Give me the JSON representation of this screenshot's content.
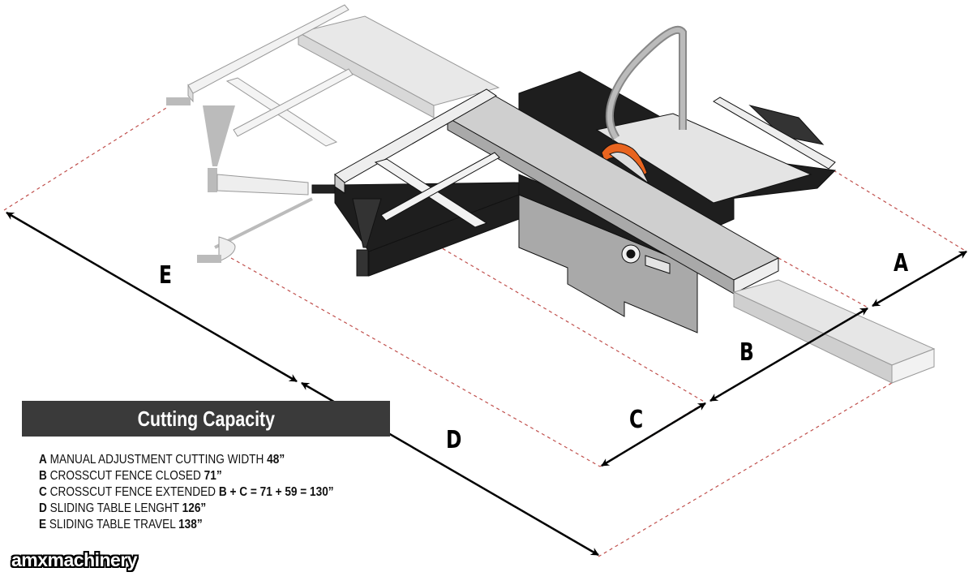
{
  "diagram": {
    "subject": "sliding table panel saw",
    "dimension_labels": {
      "a": "A",
      "b": "B",
      "c": "C",
      "d": "D",
      "e": "E"
    },
    "colors": {
      "machine_dark": "#1e1e1e",
      "machine_gray": "#a9a9a9",
      "table_light": "#d9d9d9",
      "ghost_gray": "#e6e6e6",
      "guard_orange": "#e8641f",
      "dashed_guide": "#c0504d",
      "title_bar": "#3a3a3a"
    }
  },
  "legend": {
    "title": "Cutting Capacity",
    "items": [
      {
        "letter": "A",
        "label": "MANUAL ADJUSTMENT CUTTING WIDTH",
        "value": "48”"
      },
      {
        "letter": "B",
        "label": "CROSSCUT FENCE CLOSED",
        "value": "71”"
      },
      {
        "letter": "C",
        "label": "CROSSCUT FENCE EXTENDED",
        "value": "B + C = 71 + 59 = 130”"
      },
      {
        "letter": "D",
        "label": "SLIDING TABLE LENGHT",
        "value": "126”"
      },
      {
        "letter": "E",
        "label": "SLIDING TABLE TRAVEL",
        "value": "138”"
      }
    ]
  },
  "watermark": "amxmachinery"
}
